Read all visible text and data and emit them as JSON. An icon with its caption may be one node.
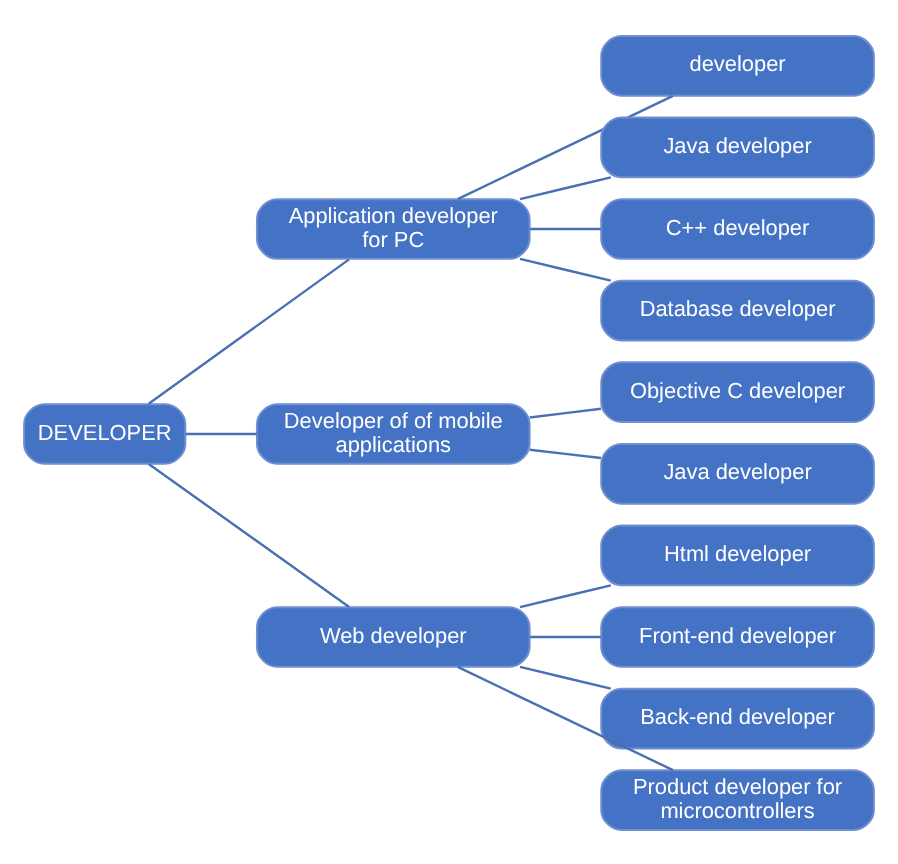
{
  "diagram": {
    "nodes": [
      {
        "text": [
          "DEVELOPER"
        ]
      },
      {
        "text": [
          "Application developer for PC"
        ]
      },
      {
        "text": [
          "Developer of of mobile applications"
        ]
      },
      {
        "text": [
          "Web developer"
        ]
      },
      {
        "text": [
          "developer"
        ]
      },
      {
        "text": [
          "Java developer"
        ]
      },
      {
        "text": [
          "C++ developer"
        ]
      },
      {
        "text": [
          "Database developer"
        ]
      },
      {
        "text": [
          "Objective C developer"
        ]
      },
      {
        "text": [
          "Java developer"
        ]
      },
      {
        "text": [
          "Html developer"
        ]
      },
      {
        "text": [
          "Front-end developer"
        ]
      },
      {
        "text": [
          "Back-end developer"
        ]
      },
      {
        "text": [
          "Product developer for microcontrollers"
        ]
      }
    ],
    "edges": [
      {
        "from": 0,
        "to": 1,
        "arrow": "none"
      },
      {
        "from": 0,
        "to": 2,
        "arrow": "none"
      },
      {
        "from": 0,
        "to": 3,
        "arrow": "none"
      },
      {
        "from": 1,
        "to": 4,
        "arrow": "none"
      },
      {
        "from": 1,
        "to": 5,
        "arrow": "none"
      },
      {
        "from": 1,
        "to": 6,
        "arrow": "none"
      },
      {
        "from": 1,
        "to": 7,
        "arrow": "none"
      },
      {
        "from": 2,
        "to": 8,
        "arrow": "none"
      },
      {
        "from": 2,
        "to": 9,
        "arrow": "none"
      },
      {
        "from": 3,
        "to": 10,
        "arrow": "none"
      },
      {
        "from": 3,
        "to": 11,
        "arrow": "none"
      },
      {
        "from": 3,
        "to": 12,
        "arrow": "none"
      },
      {
        "from": 3,
        "to": 13,
        "arrow": "none"
      }
    ]
  }
}
